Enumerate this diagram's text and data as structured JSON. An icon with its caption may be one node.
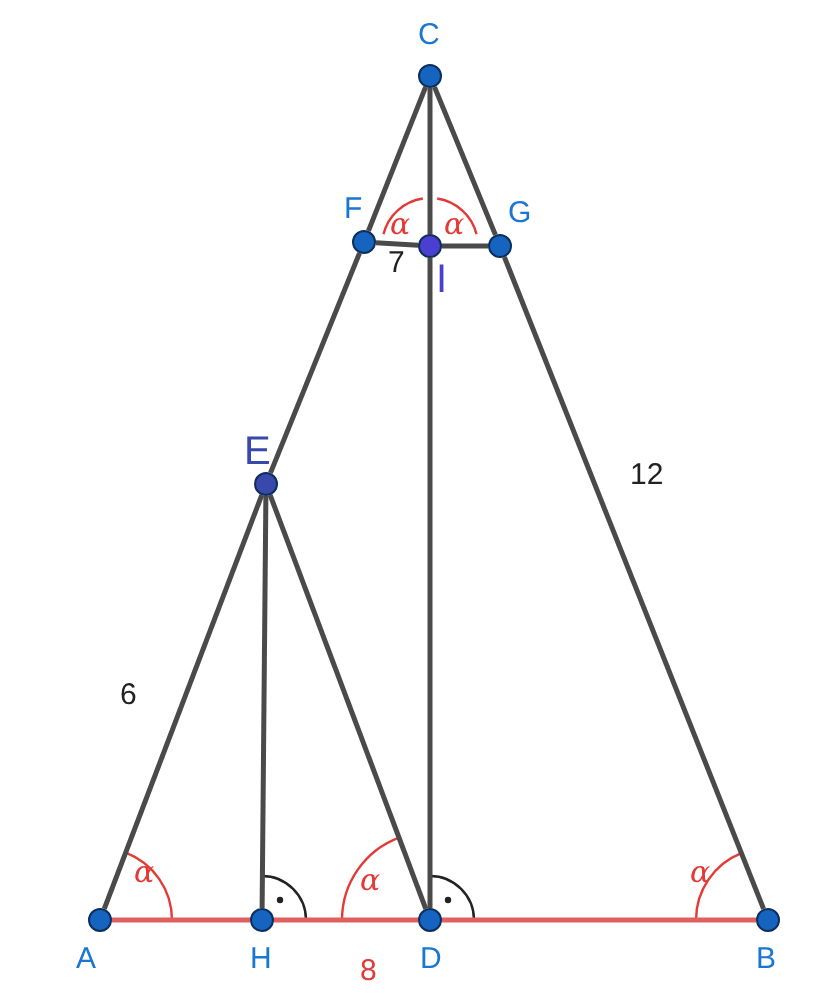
{
  "diagram": {
    "nodes": [
      {
        "text": [
          "C"
        ]
      },
      {
        "text": [
          "F"
        ]
      },
      {
        "text": [
          "I"
        ]
      },
      {
        "text": [
          "G"
        ]
      },
      {
        "text": [
          "E"
        ]
      },
      {
        "text": [
          "A"
        ]
      },
      {
        "text": [
          "H"
        ]
      },
      {
        "text": [
          "D"
        ]
      },
      {
        "text": [
          "B"
        ]
      }
    ],
    "edges": [
      {
        "from": 5,
        "to": 4,
        "arrow": "none"
      },
      {
        "from": 4,
        "to": 1,
        "arrow": "none"
      },
      {
        "from": 1,
        "to": 0,
        "arrow": "none"
      },
      {
        "from": 0,
        "to": 3,
        "arrow": "none"
      },
      {
        "from": 3,
        "to": 8,
        "arrow": "none"
      },
      {
        "from": 0,
        "to": 2,
        "arrow": "none"
      },
      {
        "from": 2,
        "to": 7,
        "arrow": "none"
      },
      {
        "from": 4,
        "to": 6,
        "arrow": "none"
      },
      {
        "from": 4,
        "to": 7,
        "arrow": "none"
      },
      {
        "from": 1,
        "to": 2,
        "arrow": "none"
      },
      {
        "from": 2,
        "to": 3,
        "arrow": "none"
      },
      {
        "from": 5,
        "to": 6,
        "arrow": "none",
        "color": "#e06060"
      },
      {
        "from": 6,
        "to": 7,
        "arrow": "none",
        "color": "#e06060"
      },
      {
        "from": 7,
        "to": 8,
        "arrow": "none",
        "color": "#e06060"
      }
    ],
    "labels": [
      "α",
      "α",
      "7",
      "12",
      "6",
      "α",
      "α",
      "α",
      "8"
    ]
  }
}
